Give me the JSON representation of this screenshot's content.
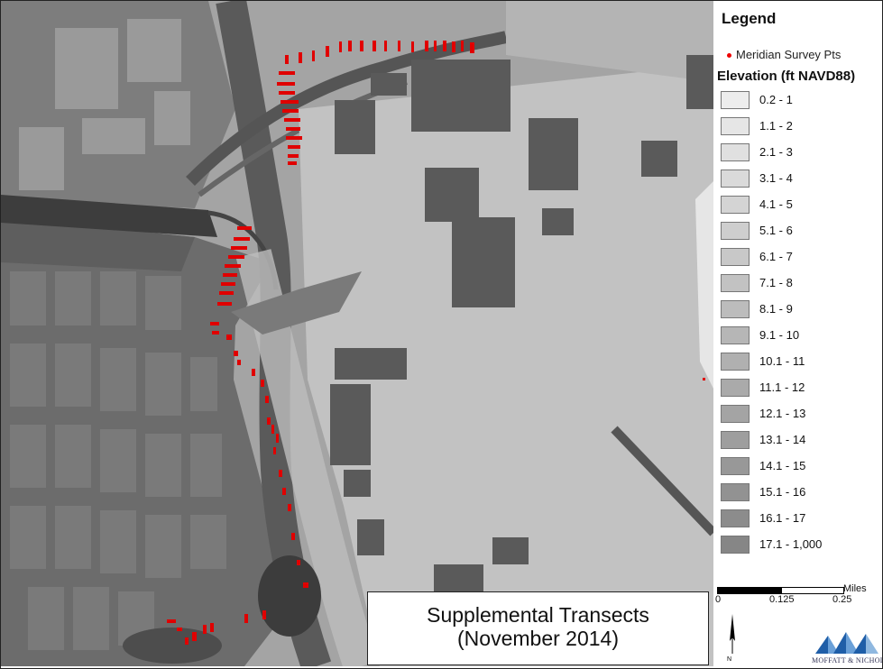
{
  "legend": {
    "title": "Legend",
    "point_label": "Meridian Survey Pts",
    "point_color": "#e00000",
    "elevation_title": "Elevation (ft NAVD88)",
    "classes": [
      {
        "label": "0.2 - 1",
        "color": "#ededed"
      },
      {
        "label": "1.1 - 2",
        "color": "#e6e6e6"
      },
      {
        "label": "2.1 - 3",
        "color": "#e0e0e0"
      },
      {
        "label": "3.1 - 4",
        "color": "#dadada"
      },
      {
        "label": "4.1 - 5",
        "color": "#d4d4d4"
      },
      {
        "label": "5.1 - 6",
        "color": "#cecece"
      },
      {
        "label": "6.1 - 7",
        "color": "#c8c8c8"
      },
      {
        "label": "7.1 - 8",
        "color": "#c2c2c2"
      },
      {
        "label": "8.1 - 9",
        "color": "#bcbcbc"
      },
      {
        "label": "9.1 - 10",
        "color": "#b6b6b6"
      },
      {
        "label": "10.1 - 11",
        "color": "#b0b0b0"
      },
      {
        "label": "11.1 - 12",
        "color": "#aaaaaa"
      },
      {
        "label": "12.1 - 13",
        "color": "#a4a4a4"
      },
      {
        "label": "13.1 - 14",
        "color": "#9e9e9e"
      },
      {
        "label": "14.1 - 15",
        "color": "#989898"
      },
      {
        "label": "15.1 - 16",
        "color": "#929292"
      },
      {
        "label": "16.1 - 17",
        "color": "#8c8c8c"
      },
      {
        "label": "17.1 - 1,000",
        "color": "#868686"
      }
    ]
  },
  "scale_bar": {
    "unit": "Miles",
    "ticks": [
      "0",
      "0.125",
      "0.25"
    ]
  },
  "north_arrow_label": "N",
  "logo": {
    "icon": "moffatt-nichol-logo",
    "text": "MOFFATT & NICHOL"
  },
  "caption": {
    "line1": "Supplemental Transects",
    "line2": "(November 2014)"
  }
}
